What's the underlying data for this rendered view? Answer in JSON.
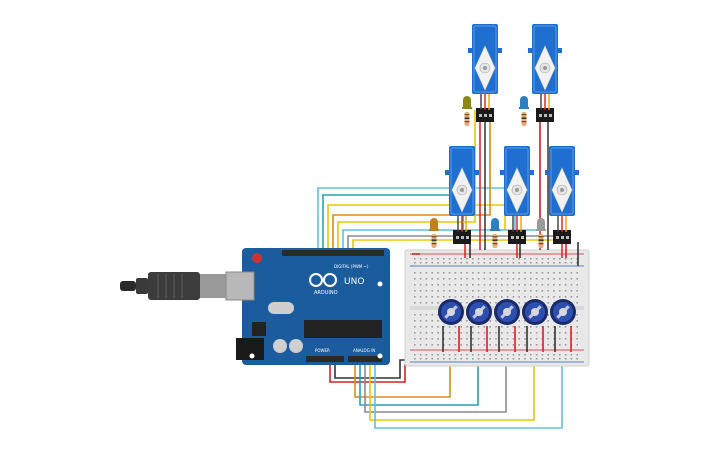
{
  "arduino": {
    "brand": "ARDUINO",
    "model": "UNO",
    "digital_label": "DIGITAL (PWM ~)",
    "power_label": "POWER",
    "analog_label": "ANALOG IN"
  },
  "servos": [
    {
      "id": "servo-1",
      "wires": [
        "#3b3b3b",
        "#d62020",
        "#e8a400"
      ]
    },
    {
      "id": "servo-2",
      "wires": [
        "#3b3b3b",
        "#d62020",
        "#e8a400"
      ]
    },
    {
      "id": "servo-3",
      "wires": [
        "#3b3b3b",
        "#d62020",
        "#e8a400"
      ]
    },
    {
      "id": "servo-4",
      "wires": [
        "#3b3b3b",
        "#d62020",
        "#e8a400"
      ]
    },
    {
      "id": "servo-5",
      "wires": [
        "#3b3b3b",
        "#d62020",
        "#e8a400"
      ]
    }
  ],
  "leds": [
    {
      "id": "led-olive",
      "color": "#8a8a10"
    },
    {
      "id": "led-blue-1",
      "color": "#2d7fc0"
    },
    {
      "id": "led-orange",
      "color": "#c08020"
    },
    {
      "id": "led-blue-2",
      "color": "#2d7fc0"
    },
    {
      "id": "led-gray",
      "color": "#9a9a9a"
    }
  ],
  "potentiometers": 5,
  "colors": {
    "board": "#1b5c9e",
    "servo": "#1e6fd0",
    "breadboard": "#e9e9e9",
    "wire_red": "#d62020",
    "wire_black": "#333333",
    "wire_orange": "#e08a1a",
    "wire_yellow": "#e8c800",
    "wire_teal": "#2aa0b8",
    "wire_gray": "#8a8a8a",
    "wire_lightblue": "#5cc0e0"
  }
}
